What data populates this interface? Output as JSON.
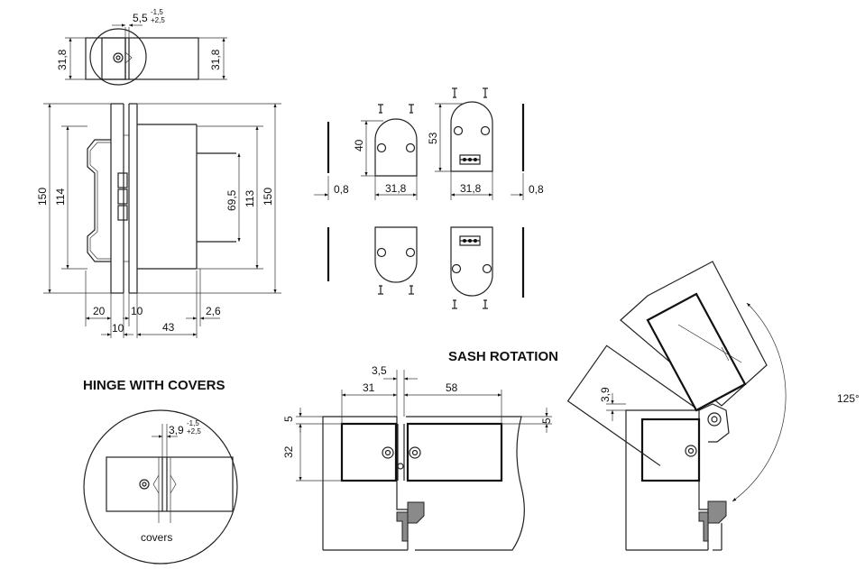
{
  "headings": {
    "hinge_with_covers": "HINGE WITH COVERS",
    "sash_rotation": "SASH ROTATION"
  },
  "labels": {
    "covers": "covers"
  },
  "dimensions": {
    "top_gap": "5,5",
    "top_gap_tol_upper": "-1,5",
    "top_gap_tol_lower": "+2,5",
    "top_left_height": "31,8",
    "top_right_height": "31,8",
    "side_total_left": "150",
    "side_inner_left": "114",
    "side_inner_right": "69,5",
    "side_mid_right": "113",
    "side_total_right": "150",
    "bottom_20": "20",
    "bottom_10a": "10",
    "bottom_2_6": "2,6",
    "bottom_10b": "10",
    "bottom_43": "43",
    "plate_height_small": "40",
    "plate_height_large": "53",
    "offset_left": "0,8",
    "plate_width_small": "31,8",
    "plate_width_large": "31,8",
    "offset_right": "0,8",
    "cover_gap": "3,9",
    "cover_tol_upper": "-1,5",
    "cover_tol_lower": "+2,5",
    "sash_3_5": "3,5",
    "sash_31": "31",
    "sash_58": "58",
    "sash_5_left": "5",
    "sash_32": "32",
    "sash_5_right": "5",
    "open_3_9": "3,9",
    "open_angle": "125°"
  }
}
